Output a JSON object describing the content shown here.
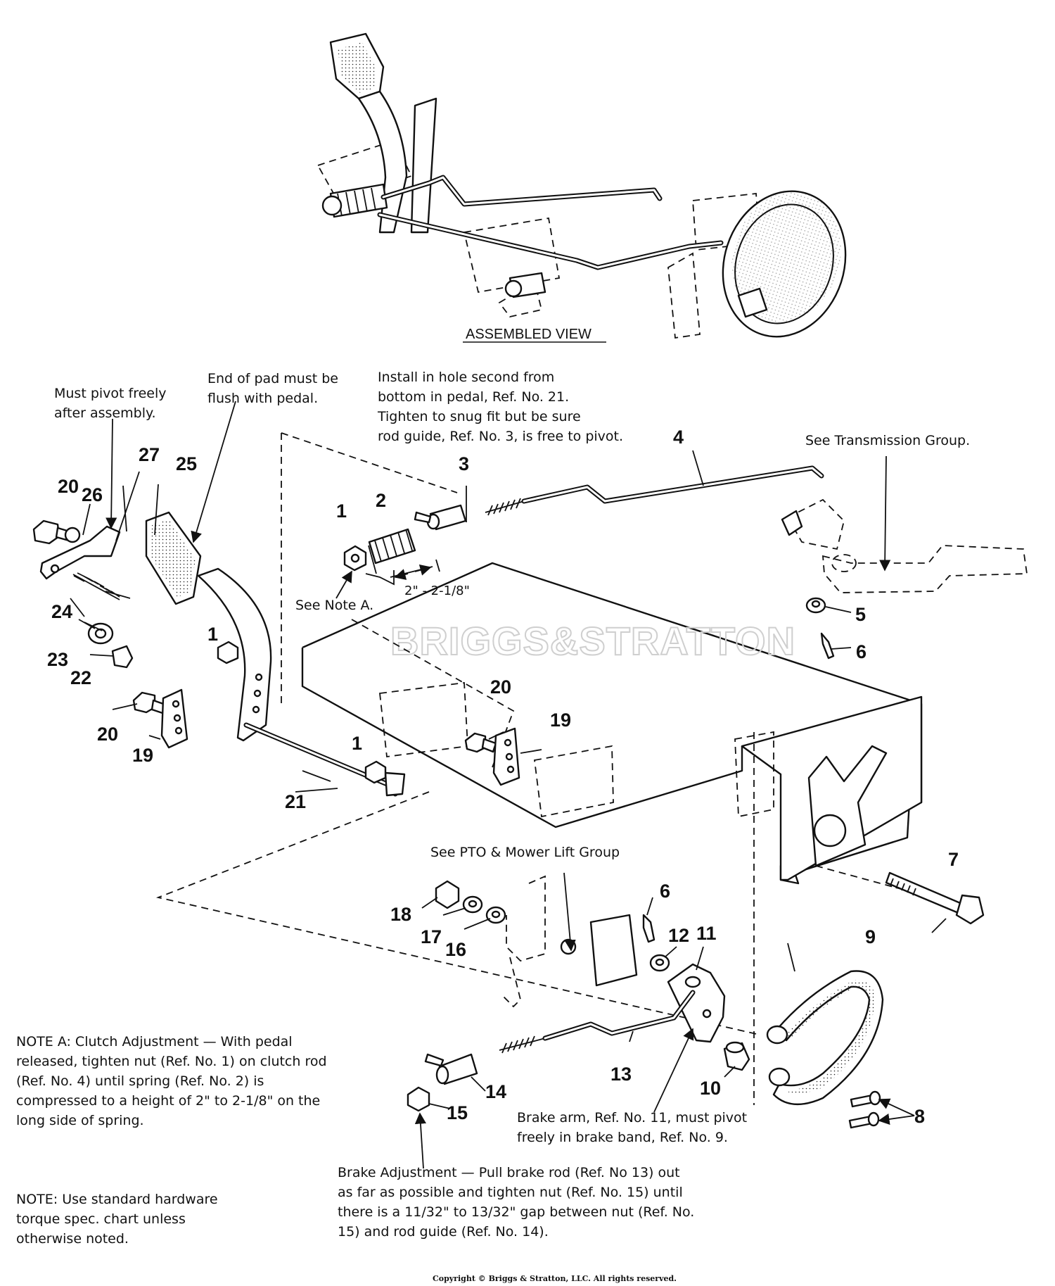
{
  "title": "ASSEMBLED VIEW",
  "watermark": "BRIGGS&STRATTON",
  "copyright": "Copyright © Briggs & Stratton, LLC. All rights reserved.",
  "annotations": {
    "must_pivot": "Must pivot freely\nafter assembly.",
    "end_of_pad": "End of pad must be\nflush with pedal.",
    "install_hole": "Install in hole second from\nbottom in pedal, Ref. No. 21.\nTighten to snug fit but be sure\nrod guide, Ref. No. 3, is free to pivot.",
    "see_transmission": "See Transmission Group.",
    "see_note_a": "See Note A.",
    "spring_dim": "2\" - 2-1/8\"",
    "see_pto": "See PTO & Mower Lift Group",
    "brake_arm": "Brake arm, Ref. No. 11, must pivot\nfreely in brake band, Ref. No. 9.",
    "brake_adjustment": "Brake Adjustment — Pull brake rod (Ref. No 13) out\nas far as possible and tighten nut (Ref. No. 15) until\nthere is a 11/32\" to 13/32\" gap between nut (Ref. No.\n15) and rod guide (Ref. No. 14).",
    "note_a": "NOTE A: Clutch Adjustment — With pedal\nreleased, tighten nut (Ref. No. 1) on clutch rod\n(Ref. No. 4) until spring (Ref. No. 2) is\ncompressed to a height of 2\" to 2-1/8\" on the\nlong side of spring.",
    "note_standard": "NOTE: Use standard hardware\ntorque spec. chart unless\notherwise noted."
  },
  "callouts": {
    "c1a": "1",
    "c1b": "1",
    "c1c": "1",
    "c2": "2",
    "c3": "3",
    "c4": "4",
    "c5": "5",
    "c6a": "6",
    "c6b": "6",
    "c7": "7",
    "c8": "8",
    "c9": "9",
    "c10": "10",
    "c11": "11",
    "c12": "12",
    "c13": "13",
    "c14": "14",
    "c15": "15",
    "c16": "16",
    "c17": "17",
    "c18": "18",
    "c19a": "19",
    "c19b": "19",
    "c20a": "20",
    "c20b": "20",
    "c20c": "20",
    "c21": "21",
    "c22": "22",
    "c23": "23",
    "c24": "24",
    "c25": "25",
    "c26": "26",
    "c27": "27"
  }
}
